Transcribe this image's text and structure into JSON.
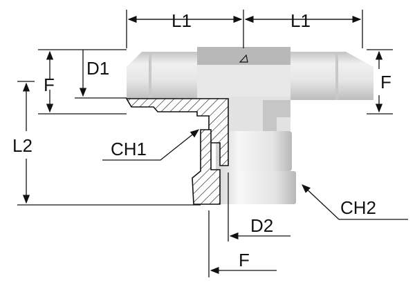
{
  "diagram": {
    "labels": {
      "l1_left": "L1",
      "l1_right": "L1",
      "f_left": "F",
      "d1": "D1",
      "f_right": "F",
      "l2": "L2",
      "ch1": "CH1",
      "ch2": "CH2",
      "d2": "D2",
      "f_bottom": "F"
    },
    "colors": {
      "line": "#111111",
      "metal_light": "#ececec",
      "metal_dark": "#b0b0b0"
    }
  }
}
